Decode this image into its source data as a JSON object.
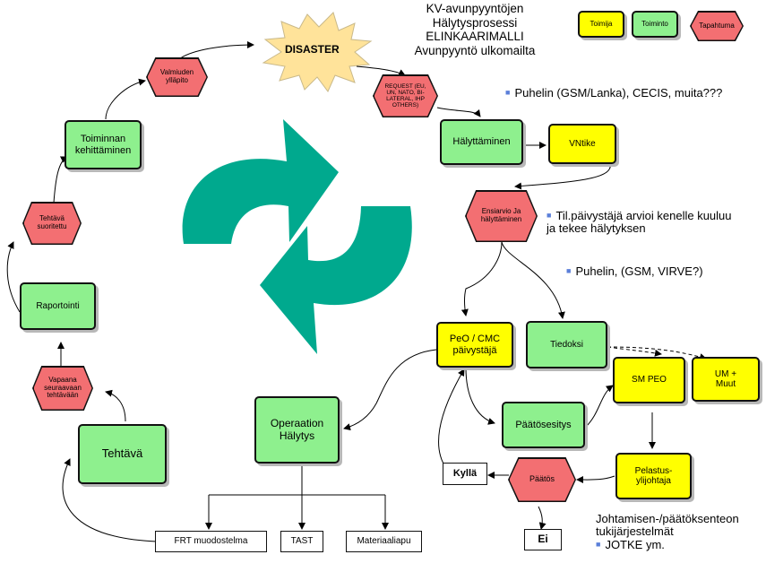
{
  "title": {
    "line1": "KV-avunpyyntöjen",
    "line2": "Hälytysprosessi",
    "line3": "ELINKAARIMALLI",
    "line4": "Avunpyyntö ulkomailta"
  },
  "legend": {
    "toimija": "Toimija",
    "toiminto": "Toiminto",
    "tapahtuma": "Tapahtuma"
  },
  "nodes": {
    "disaster": "DISASTER",
    "request": "REQUEST (EU, UN, NATO, BI-LATERAL, IHP OTHERS)",
    "halyttaminen": "Hälyttäminen",
    "vntike": "VNtike",
    "ensiarvio": "Ensiarvio Ja hälyttäminen",
    "peo_cmc": "PeO / CMC päivystäjä",
    "tiedoksi": "Tiedoksi",
    "sm_peo": "SM PEO",
    "um_muut": "UM + Muut",
    "paatosesitys": "Päätösesitys",
    "pelastusylijohtaja": "Pelastus-ylijohtaja",
    "paatos": "Päätös",
    "kylla": "Kyllä",
    "ei": "Ei",
    "operaation_halytys": "Operaation Hälytys",
    "frt": "FRT muodostelma",
    "tast": "TAST",
    "materiaaliapu": "Materiaaliapu",
    "tehtava": "Tehtävä",
    "vapaana": "Vapaana seuraavaan tehtävään",
    "raportointi": "Raportointi",
    "tehtava_suoritettu": "Tehtävä suoritettu",
    "toiminnan_kehittaminen": "Toiminnan kehittäminen",
    "valmiuden_yllapito": "Valmiuden ylläpito"
  },
  "notes": {
    "puhelin_gsm_lanka": "Puhelin (GSM/Lanka), CECIS, muita???",
    "til_paivystaja_1": "Til.päivystäjä arvioi kenelle kuuluu",
    "til_paivystaja_2": "ja tekee hälytyksen",
    "puhelin_gsm_virve": "Puhelin, (GSM, VIRVE?)",
    "johtamisen_1": "Johtamisen-/päätöksenteon",
    "johtamisen_2": "tukijärjestelmät",
    "jotke": "JOTKE ym."
  },
  "colors": {
    "toimija": "#ffff00",
    "toiminto": "#8ef08e",
    "tapahtuma": "#f36f72",
    "cycle_arrows": "#00a98e",
    "burst": "#ffe39a",
    "bullet": "#5b7fd9"
  }
}
